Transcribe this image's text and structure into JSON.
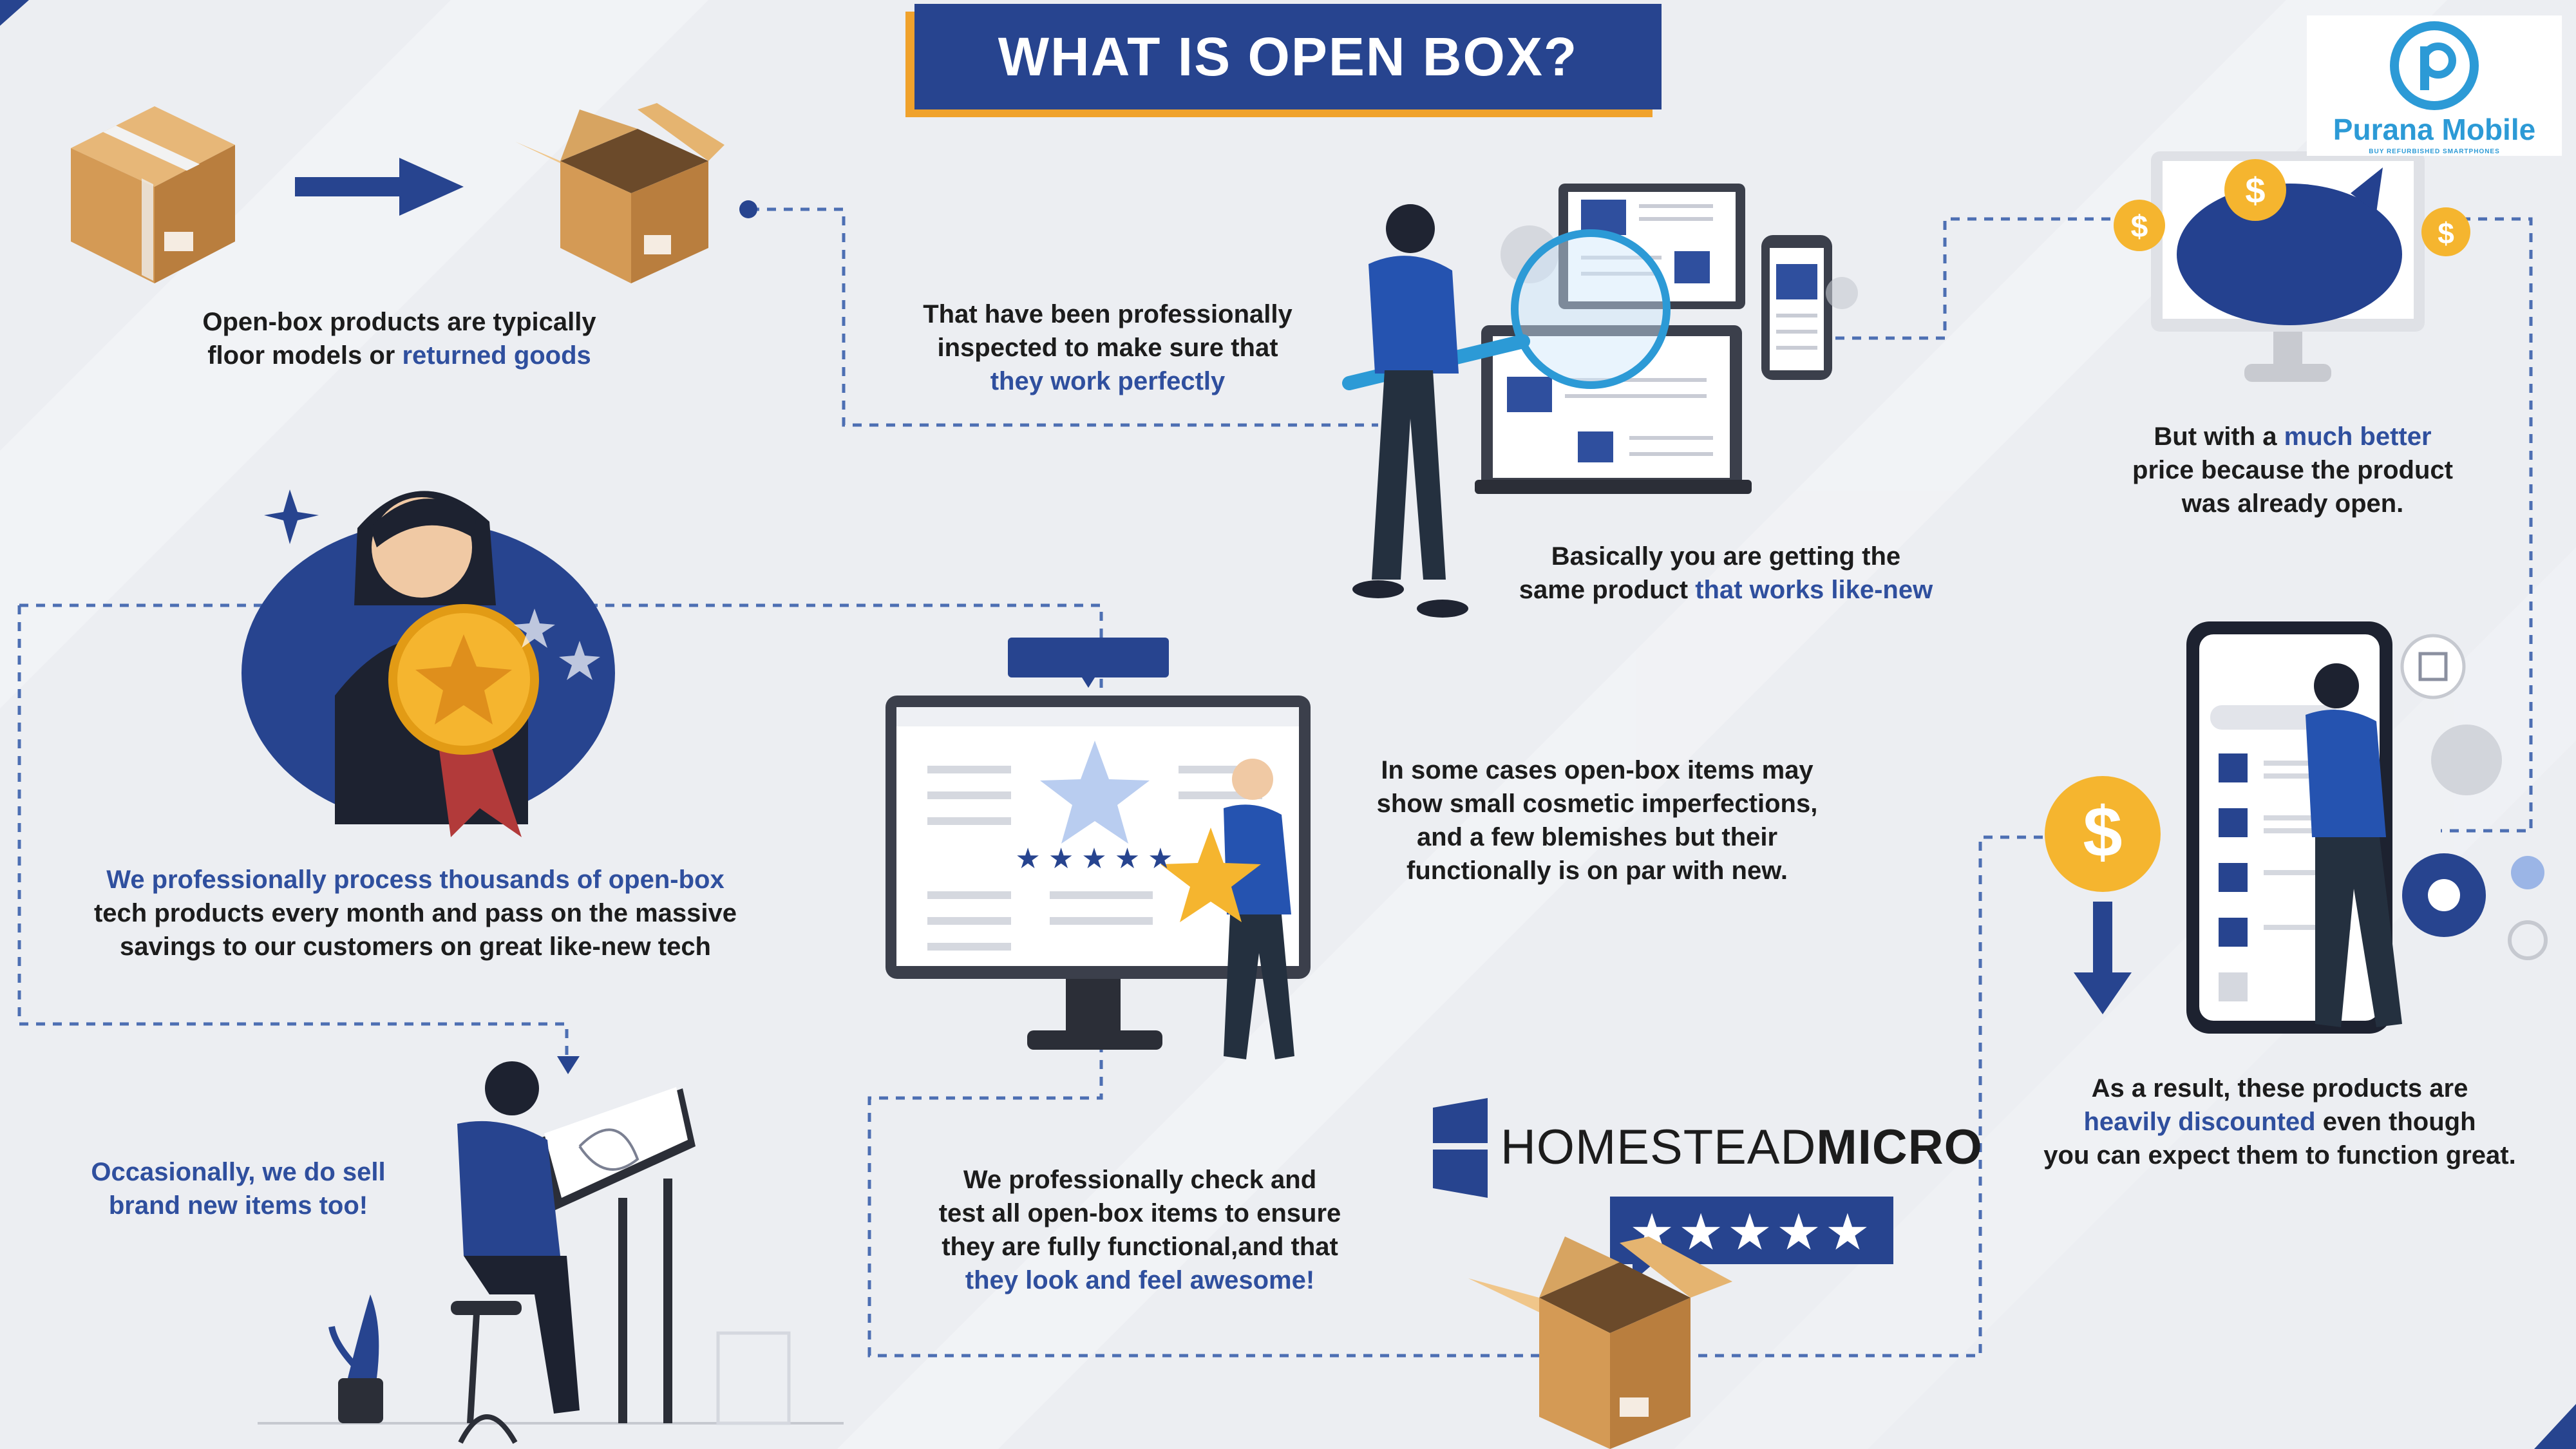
{
  "title": "WHAT IS OPEN BOX?",
  "logo": {
    "name": "Purana Mobile",
    "tagline": "BUY REFURBISHED SMARTPHONES"
  },
  "brand": {
    "name_regular": "HOMESTEAD",
    "name_bold": "MICRO",
    "rating_stars": 5
  },
  "review_badge_stars": 5,
  "blocks": {
    "floor_models": {
      "line1": "Open-box products are typically",
      "line2_plain": "floor models or ",
      "line2_highlight": "returned goods"
    },
    "inspected": {
      "line1": "That have been professionally",
      "line2": "inspected to make sure that",
      "line3_highlight": "they work perfectly"
    },
    "like_new": {
      "line1": "Basically you are getting the",
      "line2_plain": "same product ",
      "line2_highlight": "that works like-new"
    },
    "better_price": {
      "line1_plain": "But with a ",
      "line1_highlight": "much better",
      "line2": "price because the product",
      "line3": "was already open."
    },
    "process": {
      "line1_highlight": "We professionally process thousands of open-box",
      "line2": "tech products every month and pass on the massive",
      "line3": "savings to our customers on great like-new tech"
    },
    "cosmetic": {
      "line1": "In some cases open-box items may",
      "line2": "show small cosmetic imperfections,",
      "line3": "and a few blemishes but their",
      "line4": "functionally is on par with new."
    },
    "brand_new": {
      "line1": "Occasionally, we do sell",
      "line2": "brand new items too!"
    },
    "check_test": {
      "line1": "We professionally check and",
      "line2": "test all open-box items to ensure",
      "line3": "they are fully functional,and that",
      "line4_highlight": "they look and feel awesome!"
    },
    "discounted": {
      "line1": "As a result, these products are",
      "line2_highlight": "heavily discounted",
      "line2_plain": " even though",
      "line3": "you can expect them to function great."
    }
  },
  "colors": {
    "navy": "#27448f",
    "accent_blue": "#2f4f9e",
    "gold": "#f0a22c",
    "box_tan": "#d9a05b",
    "background": "#eceef2",
    "logo_blue": "#2c9ad6"
  }
}
